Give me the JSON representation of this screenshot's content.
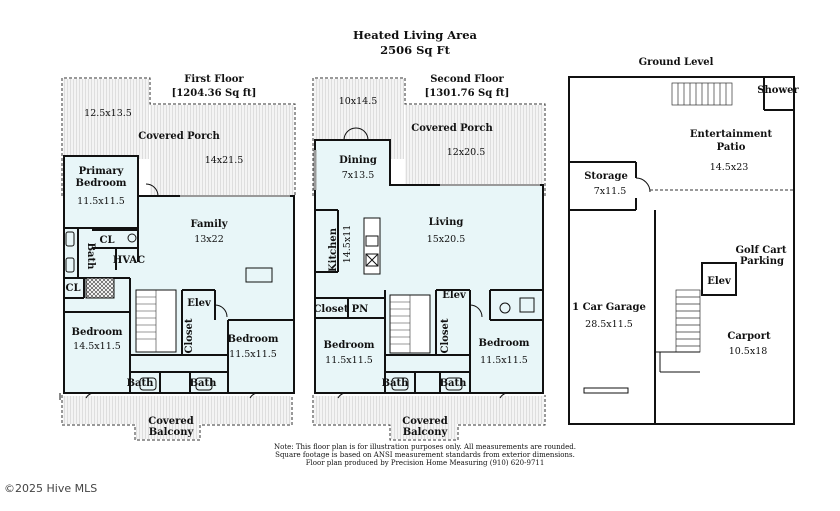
{
  "title": "Heated Living Area",
  "subtitle": "2506 Sq Ft",
  "first_floor": {
    "heading": "First Floor",
    "area": "[1204.36 Sq ft]",
    "rooms": {
      "porch_dim_left": "12.5x13.5",
      "covered_porch": "Covered Porch",
      "porch_dim_right": "14x21.5",
      "primary_bedroom_1": "Primary",
      "primary_bedroom_2": "Bedroom",
      "primary_bedroom_dim": "11.5x11.5",
      "family": "Family",
      "family_dim": "13x22",
      "cl_1": "CL",
      "bath_v": "Bath",
      "hvac": "HVAC",
      "cl_2": "CL",
      "elev": "Elev",
      "closet": "Closet",
      "bedroom_left": "Bedroom",
      "bedroom_left_dim": "14.5x11.5",
      "bedroom_right": "Bedroom",
      "bedroom_right_dim": "11.5x11.5",
      "bath_left": "Bath",
      "bath_right": "Bath",
      "balcony_1": "Covered",
      "balcony_2": "Balcony"
    }
  },
  "second_floor": {
    "heading": "Second Floor",
    "area": "[1301.76 Sq ft]",
    "rooms": {
      "porch_dim_left": "10x14.5",
      "covered_porch": "Covered Porch",
      "porch_dim_right": "12x20.5",
      "dining": "Dining",
      "dining_dim": "7x13.5",
      "living": "Living",
      "living_dim": "15x20.5",
      "kitchen": "Kitchen",
      "kitchen_dim": "14.5x11",
      "closet_h": "Closet",
      "pn": "PN",
      "elev": "Elev",
      "closet_v": "Closet",
      "bedroom_left": "Bedroom",
      "bedroom_left_dim": "11.5x11.5",
      "bedroom_right": "Bedroom",
      "bedroom_right_dim": "11.5x11.5",
      "bath_left": "Bath",
      "bath_right": "Bath",
      "balcony_1": "Covered",
      "balcony_2": "Balcony"
    }
  },
  "ground_level": {
    "heading": "Ground Level",
    "rooms": {
      "shower": "Shower",
      "entertainment_1": "Entertainment",
      "entertainment_2": "Patio",
      "entertainment_dim": "14.5x23",
      "storage": "Storage",
      "storage_dim": "7x11.5",
      "golf_1": "Golf Cart",
      "golf_2": "Parking",
      "elev": "Elev",
      "garage": "1 Car Garage",
      "garage_dim": "28.5x11.5",
      "carport": "Carport",
      "carport_dim": "10.5x18"
    }
  },
  "notes": {
    "line1": "Note: This floor plan is for illustration purposes only. All measurements are rounded.",
    "line2": "Square footage is based on ANSI measurement standards from exterior dimensions.",
    "line3": "Floor plan produced by Precision Home Measuring (910) 620-9711"
  },
  "watermark": "©2025 Hive MLS",
  "colors": {
    "interior": "#e8f6f8",
    "porch": "#f2f2f2",
    "wall": "#111111"
  }
}
